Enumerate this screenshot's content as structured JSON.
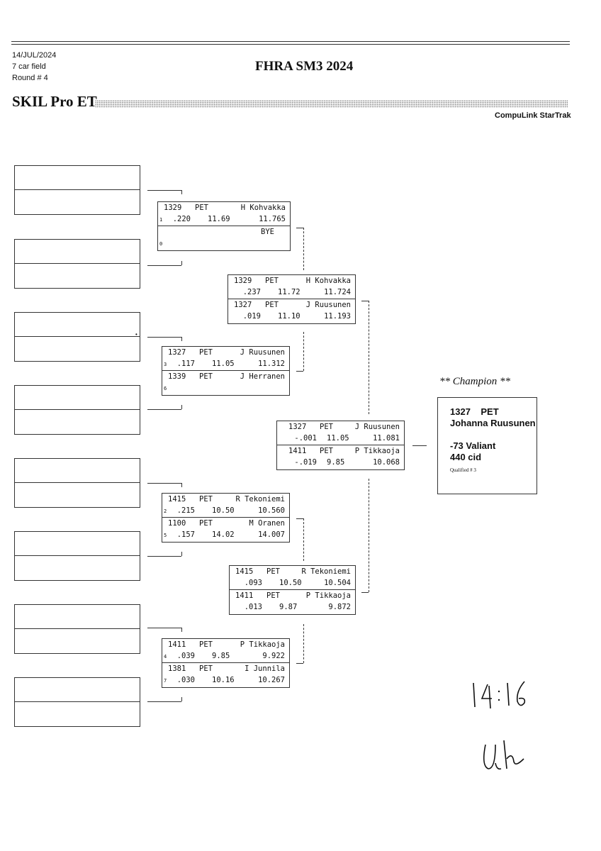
{
  "header": {
    "date": "14/JUL/2024",
    "field": "7 car field",
    "round": "Round # 4",
    "event_title": "FHRA SM3 2024",
    "class_name": "SKIL Pro ET",
    "software": "CompuLink StarTrak"
  },
  "round1": [
    {
      "top": {
        "seed": "1",
        "car": "1329",
        "state": "PET",
        "driver": "H Kohvakka",
        "rt": ".220",
        "dial": "11.69",
        "et": "11.765"
      },
      "bottom": {
        "seed": "0",
        "car": "",
        "state": "",
        "driver": "BYE",
        "rt": "",
        "dial": "",
        "et": ""
      }
    },
    {
      "top": {
        "seed": "3",
        "car": "1327",
        "state": "PET",
        "driver": "J Ruusunen",
        "rt": ".117",
        "dial": "11.05",
        "et": "11.312"
      },
      "bottom": {
        "seed": "6",
        "car": "1339",
        "state": "PET",
        "driver": "J Herranen",
        "rt": "",
        "dial": "",
        "et": ""
      }
    },
    {
      "top": {
        "seed": "2",
        "car": "1415",
        "state": "PET",
        "driver": "R Tekoniemi",
        "rt": ".215",
        "dial": "10.50",
        "et": "10.560"
      },
      "bottom": {
        "seed": "5",
        "car": "1100",
        "state": "PET",
        "driver": "M Oranen",
        "rt": ".157",
        "dial": "14.02",
        "et": "14.007"
      }
    },
    {
      "top": {
        "seed": "4",
        "car": "1411",
        "state": "PET",
        "driver": "P Tikkaoja",
        "rt": ".039",
        "dial": "9.85",
        "et": "9.922"
      },
      "bottom": {
        "seed": "7",
        "car": "1381",
        "state": "PET",
        "driver": "I Junnila",
        "rt": ".030",
        "dial": "10.16",
        "et": "10.267"
      }
    }
  ],
  "semis": [
    {
      "top": {
        "car": "1329",
        "state": "PET",
        "driver": "H Kohvakka",
        "rt": ".237",
        "dial": "11.72",
        "et": "11.724"
      },
      "bottom": {
        "car": "1327",
        "state": "PET",
        "driver": "J Ruusunen",
        "rt": ".019",
        "dial": "11.10",
        "et": "11.193"
      }
    },
    {
      "top": {
        "car": "1415",
        "state": "PET",
        "driver": "R Tekoniemi",
        "rt": ".093",
        "dial": "10.50",
        "et": "10.504"
      },
      "bottom": {
        "car": "1411",
        "state": "PET",
        "driver": "P Tikkaoja",
        "rt": ".013",
        "dial": "9.87",
        "et": "9.872"
      }
    }
  ],
  "final": {
    "top": {
      "car": "1327",
      "state": "PET",
      "driver": "J Ruusunen",
      "rt": "-.001",
      "dial": "11.05",
      "et": "11.081"
    },
    "bottom": {
      "car": "1411",
      "state": "PET",
      "driver": "P Tikkaoja",
      "rt": "-.019",
      "dial": "9.85",
      "et": "10.068"
    }
  },
  "champion": {
    "heading": "** Champion **",
    "car_line": "1327    PET",
    "name": "Johanna Ruusunen",
    "vehicle": "-73 Valiant",
    "engine": "440 cid",
    "qualified": "Qualified # 3"
  },
  "handwriting": {
    "time": "14:16",
    "initials": "Uh"
  }
}
